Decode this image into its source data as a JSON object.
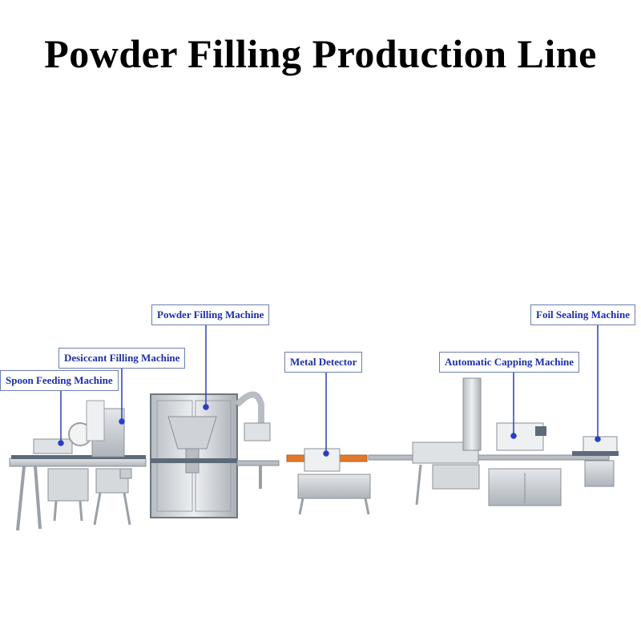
{
  "title": "Powder Filling Production Line",
  "labels": {
    "spoon_feeding": "Spoon Feeding Machine",
    "desiccant_filling": "Desiccant Filling Machine",
    "powder_filling": "Powder Filling Machine",
    "metal_detector": "Metal Detector",
    "automatic_capping": "Automatic Capping Machine",
    "foil_sealing": "Foil Sealing Machine"
  },
  "colors": {
    "label_text": "#1c2fa8",
    "label_border": "#6b7fb0",
    "pointer": "#2a3fc0",
    "steel": "#c9cdd2",
    "steel_dark": "#8a9097",
    "accent": "#e07a2a"
  }
}
